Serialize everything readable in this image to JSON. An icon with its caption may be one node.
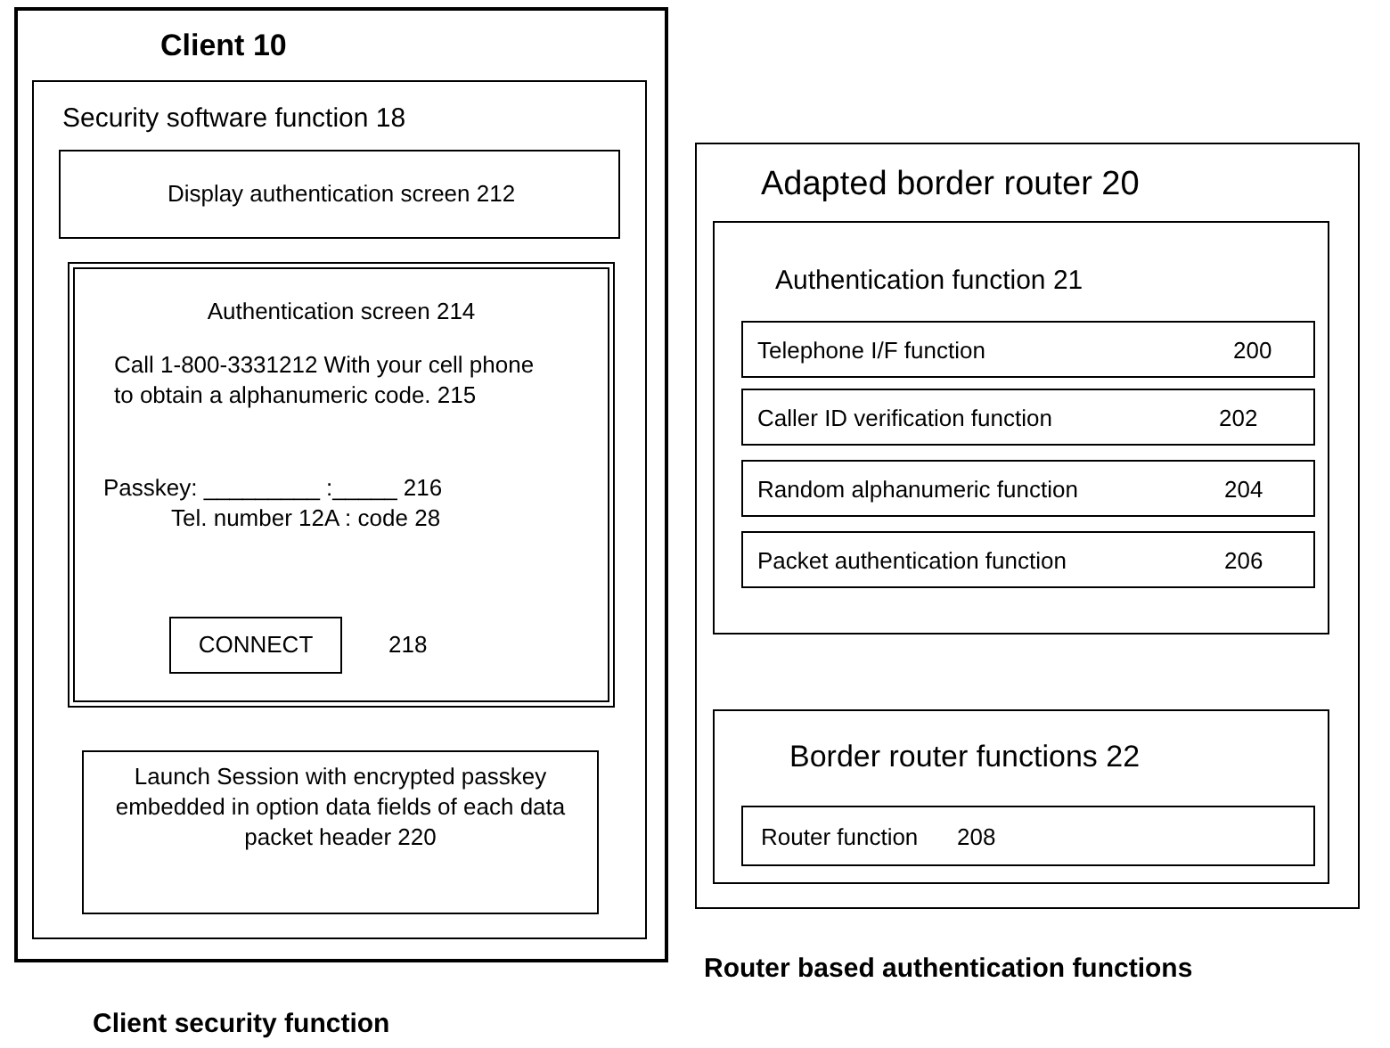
{
  "diagram": {
    "nodes": [
      {
        "text": [
          "Client 10"
        ]
      },
      {
        "text": [
          "Security software function  18"
        ],
        "in": 0
      },
      {
        "text": [
          "Display authentication screen 212"
        ],
        "in": 1
      },
      {
        "text": [
          "Authentication screen 214",
          "Call 1-800-3331212 With your cell phone  to obtain a alphanumeric code.  215",
          "Passkey: _________ :_____ 216",
          "Tel. number 12A : code 28"
        ],
        "in": 1
      },
      {
        "text": [
          "CONNECT"
        ],
        "in": 3,
        "beside": [
          "218"
        ]
      },
      {
        "text": [
          "Launch Session with encrypted passkey embedded in option data fields of  each data packet header  220"
        ],
        "in": 1
      },
      {
        "text": [
          "Adapted border router  20"
        ]
      },
      {
        "text": [
          "Authentication function 21"
        ],
        "in": 6
      },
      {
        "text": [
          "Telephone I/F function",
          "200"
        ],
        "in": 7
      },
      {
        "text": [
          "Caller ID verification function",
          "202"
        ],
        "in": 7
      },
      {
        "text": [
          "Random alphanumeric function",
          "204"
        ],
        "in": 7
      },
      {
        "text": [
          "Packet authentication function",
          "206"
        ],
        "in": 7
      },
      {
        "text": [
          "Border router functions 22"
        ],
        "in": 6
      },
      {
        "text": [
          "Router function",
          "208"
        ],
        "in": 12
      }
    ],
    "edges": [],
    "labels": [
      "Client security function",
      "Router based authentication functions"
    ]
  }
}
